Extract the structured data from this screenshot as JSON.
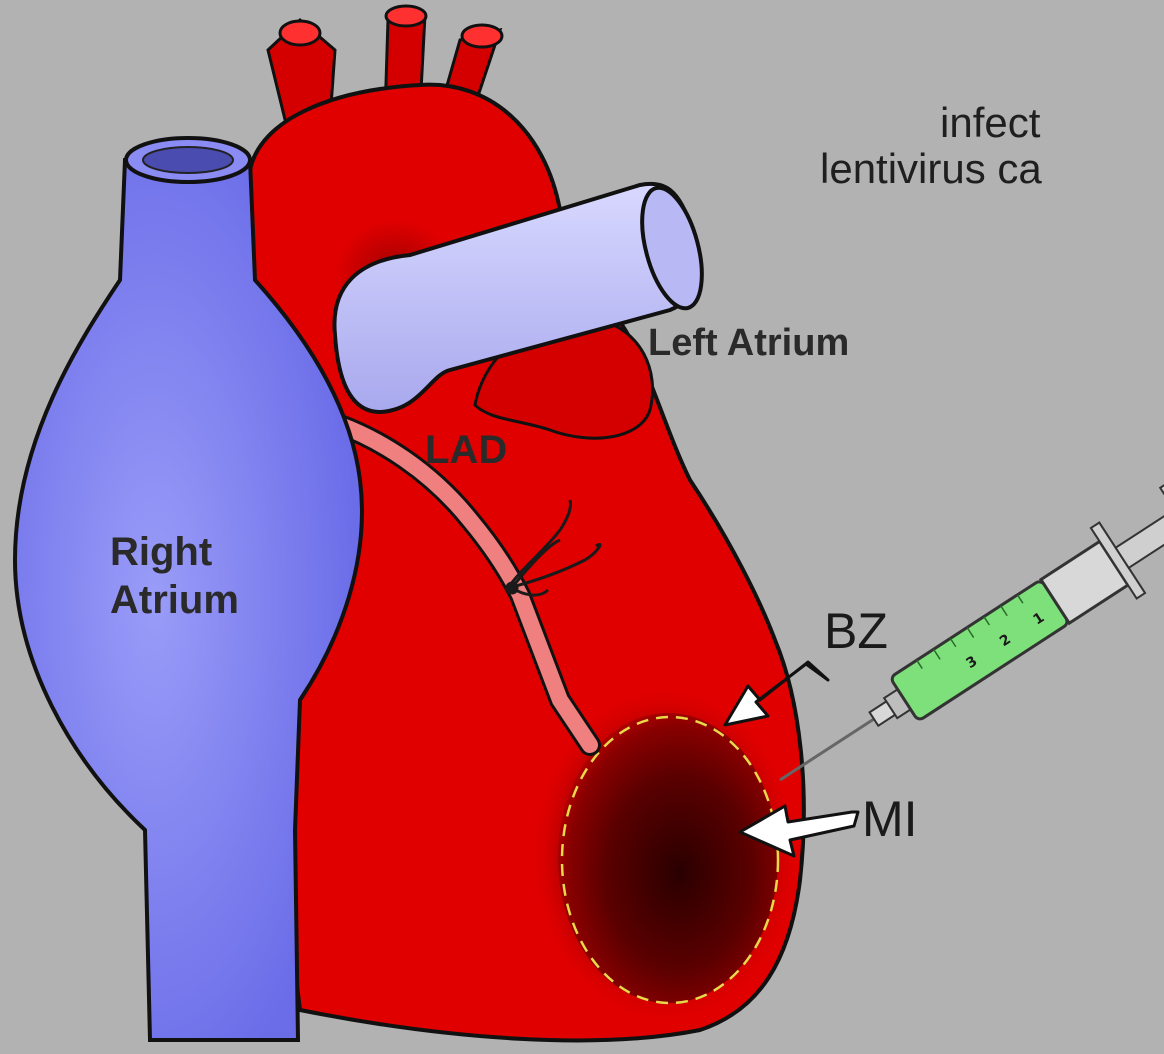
{
  "slide": {
    "heading_line1": "infect",
    "heading_line2": "lentivirus ca"
  },
  "labels": {
    "left_atrium": "Left Atrium",
    "right_atrium_1": "Right",
    "right_atrium_2": "Atrium",
    "lad": "LAD",
    "bz": "BZ",
    "mi": "MI"
  },
  "syringe": {
    "scale_marks": [
      "1",
      "2",
      "3"
    ]
  },
  "colors": {
    "background": "#b2b2b2",
    "heart": "#e00000",
    "vena_cava": "#7a7cf0",
    "aorta_arch": "#b8b8f4",
    "lad_artery": "#f08080",
    "infarct": "#3a0000",
    "border_line": "#e8d84a",
    "syringe_fluid": "#7ee07a"
  }
}
